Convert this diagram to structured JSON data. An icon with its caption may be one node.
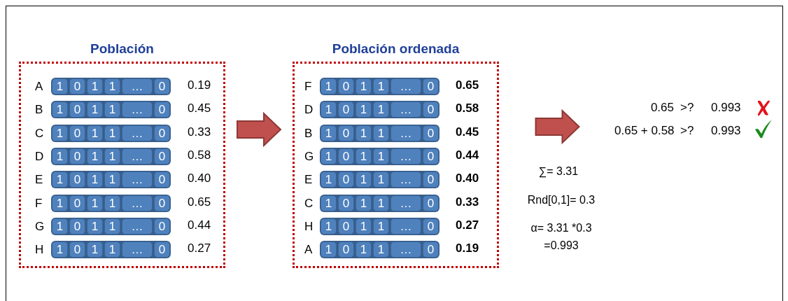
{
  "diagram": {
    "nodes": [
      {
        "text": [
          "Población"
        ]
      },
      {
        "text": [
          "1",
          "0",
          "1",
          "1",
          "…",
          "0"
        ],
        "in": 0,
        "beside": [
          "A",
          "0.19"
        ]
      },
      {
        "text": [
          "1",
          "0",
          "1",
          "1",
          "…",
          "0"
        ],
        "in": 0,
        "beside": [
          "B",
          "0.45"
        ]
      },
      {
        "text": [
          "1",
          "0",
          "1",
          "1",
          "…",
          "0"
        ],
        "in": 0,
        "beside": [
          "C",
          "0.33"
        ]
      },
      {
        "text": [
          "1",
          "0",
          "1",
          "1",
          "…",
          "0"
        ],
        "in": 0,
        "beside": [
          "D",
          "0.58"
        ]
      },
      {
        "text": [
          "1",
          "0",
          "1",
          "1",
          "…",
          "0"
        ],
        "in": 0,
        "beside": [
          "E",
          "0.40"
        ]
      },
      {
        "text": [
          "1",
          "0",
          "1",
          "1",
          "…",
          "0"
        ],
        "in": 0,
        "beside": [
          "F",
          "0.65"
        ]
      },
      {
        "text": [
          "1",
          "0",
          "1",
          "1",
          "…",
          "0"
        ],
        "in": 0,
        "beside": [
          "G",
          "0.44"
        ]
      },
      {
        "text": [
          "1",
          "0",
          "1",
          "1",
          "…",
          "0"
        ],
        "in": 0,
        "beside": [
          "H",
          "0.27"
        ]
      },
      {
        "text": [
          "Población ordenada"
        ]
      },
      {
        "text": [
          "1",
          "0",
          "1",
          "1",
          "…",
          "0"
        ],
        "in": 9,
        "beside": [
          "F",
          "0.65"
        ]
      },
      {
        "text": [
          "1",
          "0",
          "1",
          "1",
          "…",
          "0"
        ],
        "in": 9,
        "beside": [
          "D",
          "0.58"
        ]
      },
      {
        "text": [
          "1",
          "0",
          "1",
          "1",
          "…",
          "0"
        ],
        "in": 9,
        "beside": [
          "B",
          "0.45"
        ]
      },
      {
        "text": [
          "1",
          "0",
          "1",
          "1",
          "…",
          "0"
        ],
        "in": 9,
        "beside": [
          "G",
          "0.44"
        ]
      },
      {
        "text": [
          "1",
          "0",
          "1",
          "1",
          "…",
          "0"
        ],
        "in": 9,
        "beside": [
          "E",
          "0.40"
        ]
      },
      {
        "text": [
          "1",
          "0",
          "1",
          "1",
          "…",
          "0"
        ],
        "in": 9,
        "beside": [
          "C",
          "0.33"
        ]
      },
      {
        "text": [
          "1",
          "0",
          "1",
          "1",
          "…",
          "0"
        ],
        "in": 9,
        "beside": [
          "H",
          "0.27"
        ]
      },
      {
        "text": [
          "1",
          "0",
          "1",
          "1",
          "…",
          "0"
        ],
        "in": 9,
        "beside": [
          "A",
          "0.19"
        ]
      },
      {
        "text": [
          "0.65",
          ">?",
          "0.993",
          "0.65 + 0.58",
          ">?",
          "0.993"
        ]
      }
    ],
    "edges": [
      {
        "from": 0,
        "to": 9,
        "arrow": "to",
        "style": "thick"
      },
      {
        "from": 9,
        "to": 18,
        "arrow": "to",
        "style": "thick"
      }
    ],
    "labels": [
      "∑= 3.31",
      "Rnd[0,1]= 0.3",
      "α= 3.31 *0.3 =0.993"
    ]
  }
}
